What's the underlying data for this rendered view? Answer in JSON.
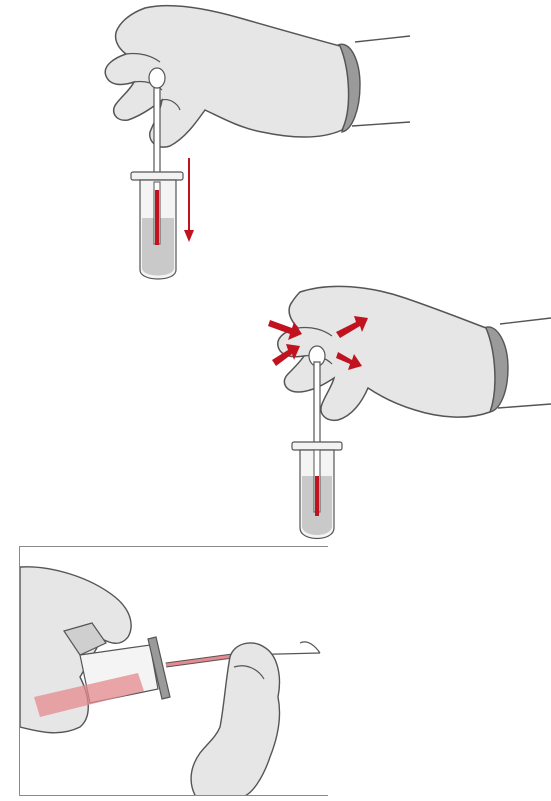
{
  "figure": {
    "steps": [
      {
        "description_id": "insert-swab-into-tube"
      },
      {
        "description_id": "squeeze-tube-walls"
      },
      {
        "description_id": "close-and-extract"
      }
    ],
    "colors": {
      "glove_fill": "#e6e6e6",
      "glove_stroke": "#555555",
      "cuff_fill": "#9a9a9a",
      "tube_fill": "#f2f2f2",
      "liquid": "#c9c9c9",
      "accent_red": "#c1121f",
      "pink_liquid": "#e58a8e"
    },
    "icons": [
      "down-arrow-icon",
      "squeeze-arrow-icon"
    ]
  }
}
